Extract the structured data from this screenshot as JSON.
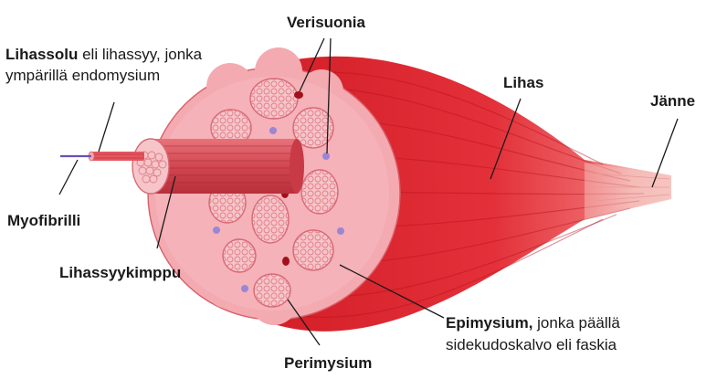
{
  "labels": {
    "verisuonia": "Verisuonia",
    "lihassolu_bold": "Lihassolu",
    "lihassolu_rest": " eli lihassyy, jonka",
    "lihassolu_line2": "ympärillä endomysium",
    "lihas": "Lihas",
    "janne": "Jänne",
    "myofibrilli": "Myofibrilli",
    "lihassyykimppu": "Lihassyykimppu",
    "epimysium_bold": "Epimysium,",
    "epimysium_rest": " jonka päällä",
    "epimysium_line2": "sidekudoskalvo eli faskia",
    "perimysium": "Perimysium"
  },
  "colors": {
    "muscle_red": "#e0262e",
    "muscle_dark": "#b3121c",
    "tendon": "#f2c4c0",
    "epimysium_pink": "#f4b3b8",
    "fascicle_fill": "#f7c9cc",
    "fascicle_stroke": "#e07d86",
    "fiber_bundle": "#d9545e",
    "vessel_red": "#a3101a",
    "vessel_purple": "#9b86d6",
    "myofibril": "#6b4fb8"
  }
}
